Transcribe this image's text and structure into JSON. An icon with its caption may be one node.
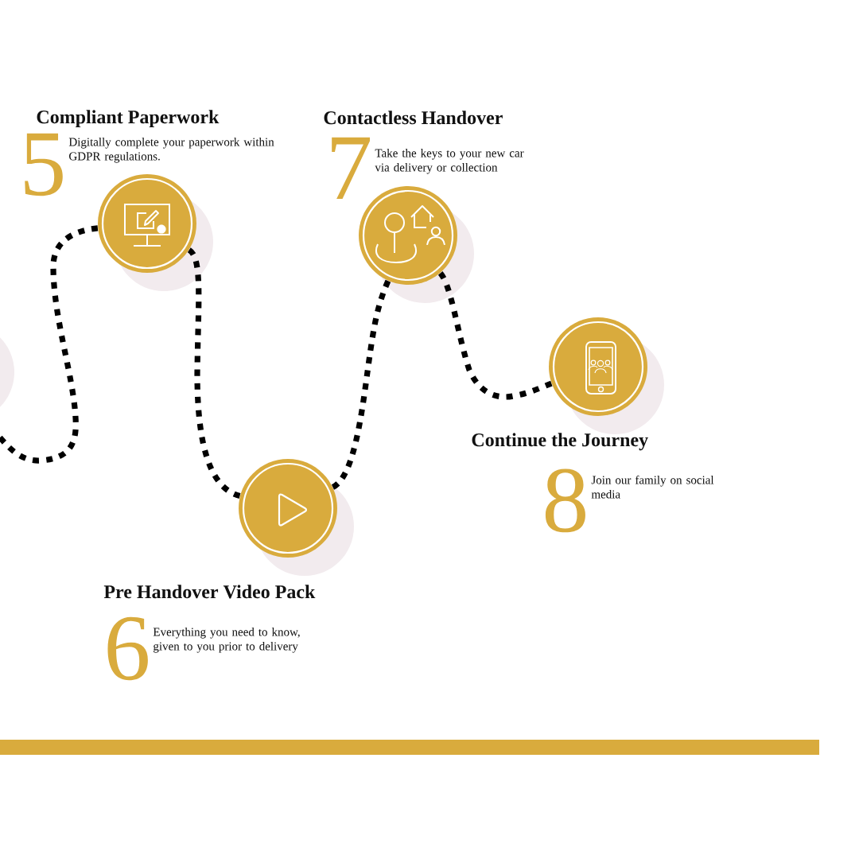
{
  "diagram": {
    "nodes": [
      {
        "text": [],
        "shape": "circle",
        "beside": [
          "Compliant Paperwork",
          "5",
          "Digitally complete your paperwork within GDPR regulations."
        ]
      },
      {
        "text": [],
        "shape": "circle",
        "beside": [
          "Pre Handover Video Pack",
          "6",
          "Everything you need to know, given to you prior to delivery"
        ]
      },
      {
        "text": [],
        "shape": "circle",
        "beside": [
          "Contactless Handover",
          "7",
          "Take the keys to your new car via delivery or collection"
        ]
      },
      {
        "text": [],
        "shape": "circle",
        "beside": [
          "Continue the Journey",
          "8",
          "Join our family on social media"
        ]
      },
      {
        "text": [],
        "shape": "bar"
      }
    ],
    "edges": [
      {
        "from": null,
        "to": 0,
        "arrow": "none"
      },
      {
        "from": 0,
        "to": 1,
        "arrow": "none"
      },
      {
        "from": 1,
        "to": 2,
        "arrow": "none"
      },
      {
        "from": 2,
        "to": 3,
        "arrow": "none"
      }
    ]
  }
}
